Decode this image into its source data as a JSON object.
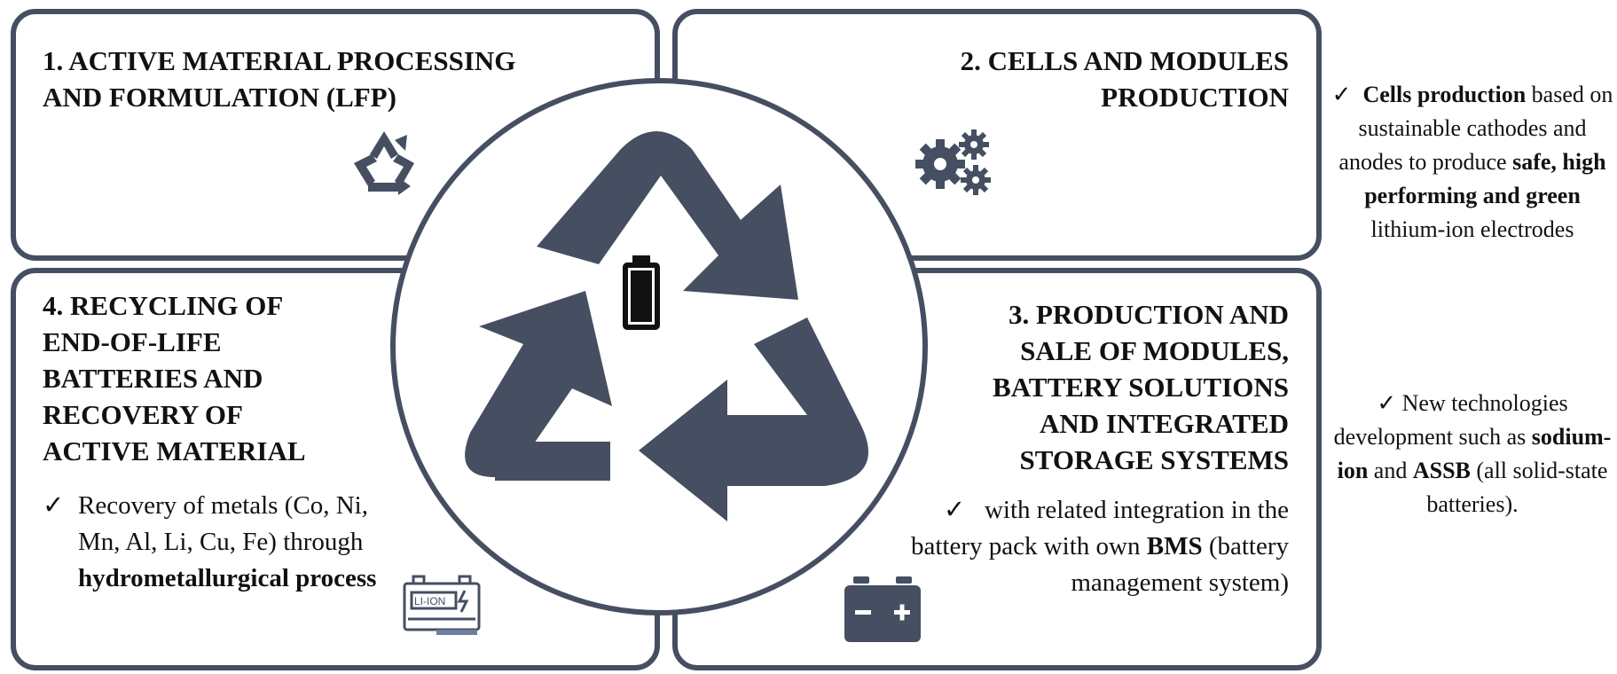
{
  "colors": {
    "frame": "#454f61",
    "icon": "#454f61",
    "text": "#111111"
  },
  "quadrants": {
    "q1": {
      "title": "1. ACTIVE MATERIAL PROCESSING\nAND FORMULATION (LFP)",
      "icon": "recycle-icon"
    },
    "q2": {
      "title": "2. CELLS AND MODULES\nPRODUCTION",
      "icon": "gears-icon"
    },
    "q3": {
      "title": "3. PRODUCTION AND\nSALE OF MODULES,\nBATTERY SOLUTIONS\nAND INTEGRATED\nSTORAGE SYSTEMS",
      "bullet": {
        "check": "✓",
        "text_a": "with related integration in the battery pack with own ",
        "bold": "BMS",
        "text_b": " (battery management system)"
      },
      "icon": "car-battery-icon"
    },
    "q4": {
      "title": "4. RECYCLING OF\nEND-OF-LIFE\nBATTERIES AND\nRECOVERY OF\nACTIVE MATERIAL",
      "bullet": {
        "check": "✓",
        "text": "Recovery of metals (Co, Ni, Mn, Al, Li, Cu, Fe) through ",
        "bold": "hydrometallurgical process"
      },
      "icon": "li-ion-battery-icon"
    }
  },
  "center": {
    "icons": [
      "recycle-arrows-icon",
      "battery-icon"
    ]
  },
  "side_notes": {
    "note1": {
      "check": "✓",
      "bold1": "Cells production",
      "text1": " based on sustainable cathodes and anodes to produce ",
      "bold2": "safe, high performing and green",
      "text2": " lithium-ion electrodes"
    },
    "note2": {
      "check": "✓",
      "text1": " New technologies development such as ",
      "bold1": "sodium-ion",
      "text2": " and ",
      "bold2": "ASSB",
      "text3": " (all solid-state batteries)."
    }
  }
}
